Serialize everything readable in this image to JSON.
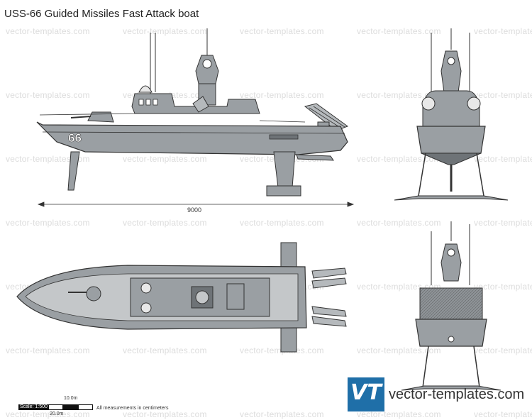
{
  "title": "USS-66 Guided Missiles Fast Attack boat",
  "watermark_text": "vector-templates.com",
  "hull_number": "66",
  "dimension_length": "9000",
  "scale": {
    "label": "Scale: 1:500",
    "mark_10": "10.0m",
    "mark_20": "20.0m",
    "note": "All measurements in centimeters"
  },
  "logo": {
    "mark": "VT",
    "brand": "vector-templates.com"
  },
  "colors": {
    "hull": "#9a9fa3",
    "hull_dark": "#6e7377",
    "deck": "#c4c7c9",
    "outline": "#333333",
    "logo_blue": "#1f6fa8"
  }
}
